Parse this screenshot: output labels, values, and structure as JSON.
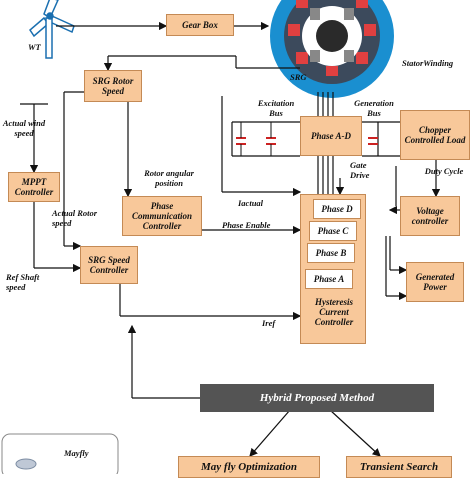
{
  "blocks": {
    "gear_box": "Gear Box",
    "srg_rotor_speed": "SRG Rotor Speed",
    "mppt_controller": "MPPT Controller",
    "phase_comm": "Phase Communication Controller",
    "srg_speed": "SRG Speed Controller",
    "phase_ad": "Phase A-D",
    "chopper": "Chopper Controlled Load",
    "voltage": "Voltage controller",
    "generated_power": "Generated Power",
    "hysteresis": "Hysteresis Current Controller",
    "hybrid": "Hybrid Proposed Method",
    "mayfly_opt": "May fly Optimization",
    "transient": "Transient Search"
  },
  "phases": [
    "Phase D",
    "Phase C",
    "Phase B",
    "Phase A"
  ],
  "labels": {
    "wt": "WT",
    "srg": "SRG",
    "stator": "StatorWinding",
    "actual_wind": "Actual wind speed",
    "rotor_angular": "Rotor angular position",
    "actual_rotor": "Actual Rotor speed",
    "ref_shaft": "Ref Shaft speed",
    "iactual": "Iactual",
    "phase_enable": "Phase Enable",
    "iref": "Iref",
    "excitation": "Excitation Bus",
    "generation": "Generation Bus",
    "gate_drive": "Gate Drive",
    "duty_cycle": "Duty Cycle",
    "mayfly_pic": "Mayfly"
  },
  "colors": {
    "block_fill": "#f8c89a",
    "dark_block": "#545454",
    "capacitor": "#cc2222",
    "generator_ring": "#1a8fd0"
  }
}
